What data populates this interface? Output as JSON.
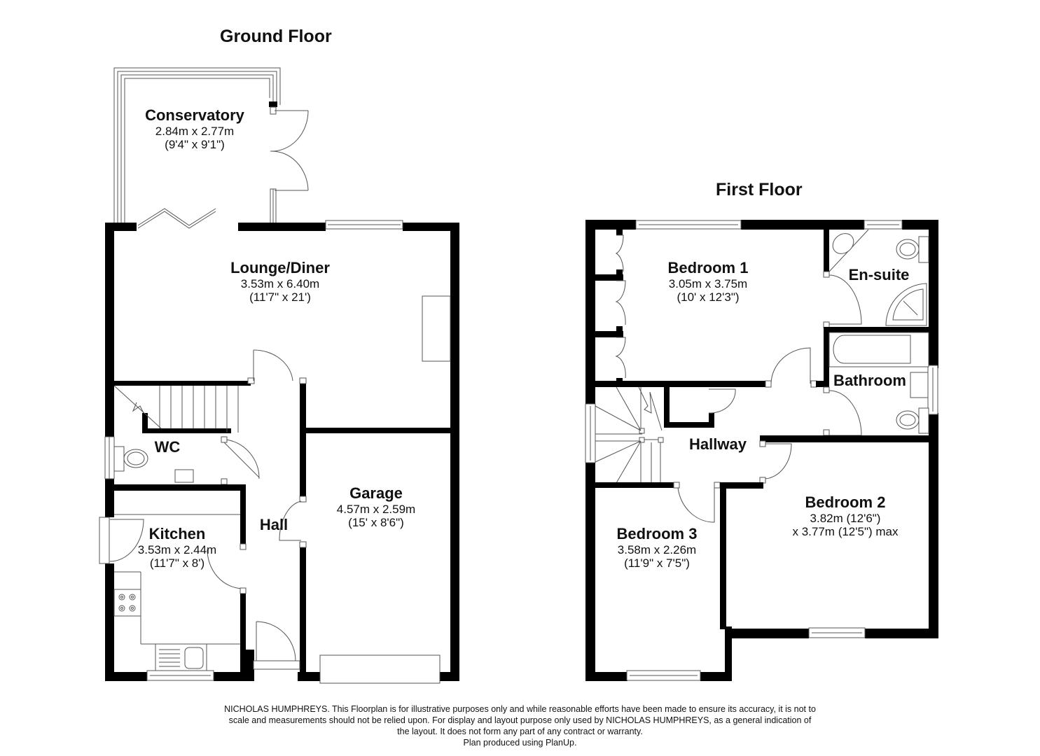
{
  "floors": {
    "ground": {
      "title": "Ground Floor",
      "rooms": [
        {
          "name": "Conservatory",
          "dim_metric": "2.84m x 2.77m",
          "dim_imperial": "(9'4\" x 9'1\")"
        },
        {
          "name": "Lounge/Diner",
          "dim_metric": "3.53m x 6.40m",
          "dim_imperial": "(11'7\" x 21')"
        },
        {
          "name": "WC",
          "dim_metric": "",
          "dim_imperial": ""
        },
        {
          "name": "Kitchen",
          "dim_metric": "3.53m x 2.44m",
          "dim_imperial": "(11'7\" x 8')"
        },
        {
          "name": "Hall",
          "dim_metric": "",
          "dim_imperial": ""
        },
        {
          "name": "Garage",
          "dim_metric": "4.57m x 2.59m",
          "dim_imperial": "(15' x 8'6\")"
        }
      ]
    },
    "first": {
      "title": "First Floor",
      "rooms": [
        {
          "name": "Bedroom 1",
          "dim_metric": "3.05m x 3.75m",
          "dim_imperial": "(10' x 12'3\")"
        },
        {
          "name": "En-suite",
          "dim_metric": "",
          "dim_imperial": ""
        },
        {
          "name": "Bathroom",
          "dim_metric": "",
          "dim_imperial": ""
        },
        {
          "name": "Hallway",
          "dim_metric": "",
          "dim_imperial": ""
        },
        {
          "name": "Bedroom 2",
          "dim_metric": "3.82m (12'6\")",
          "dim_imperial": "x 3.77m (12'5\") max"
        },
        {
          "name": "Bedroom 3",
          "dim_metric": "3.58m x 2.26m",
          "dim_imperial": "(11'9\" x 7'5\")"
        }
      ]
    }
  },
  "disclaimer": {
    "line1": "NICHOLAS HUMPHREYS. This Floorplan is for illustrative purposes only and while reasonable efforts have been made to ensure its accuracy, it is not to",
    "line2": "scale and measurements should not be relied upon. For display and layout purpose only used by NICHOLAS HUMPHREYS, as a general indication of",
    "line3": "the layout. It does not form any part of any contract or warranty.",
    "line4": "Plan produced using PlanUp."
  },
  "colors": {
    "wall": "#000000",
    "fixture_line": "#555555",
    "background": "#ffffff"
  }
}
